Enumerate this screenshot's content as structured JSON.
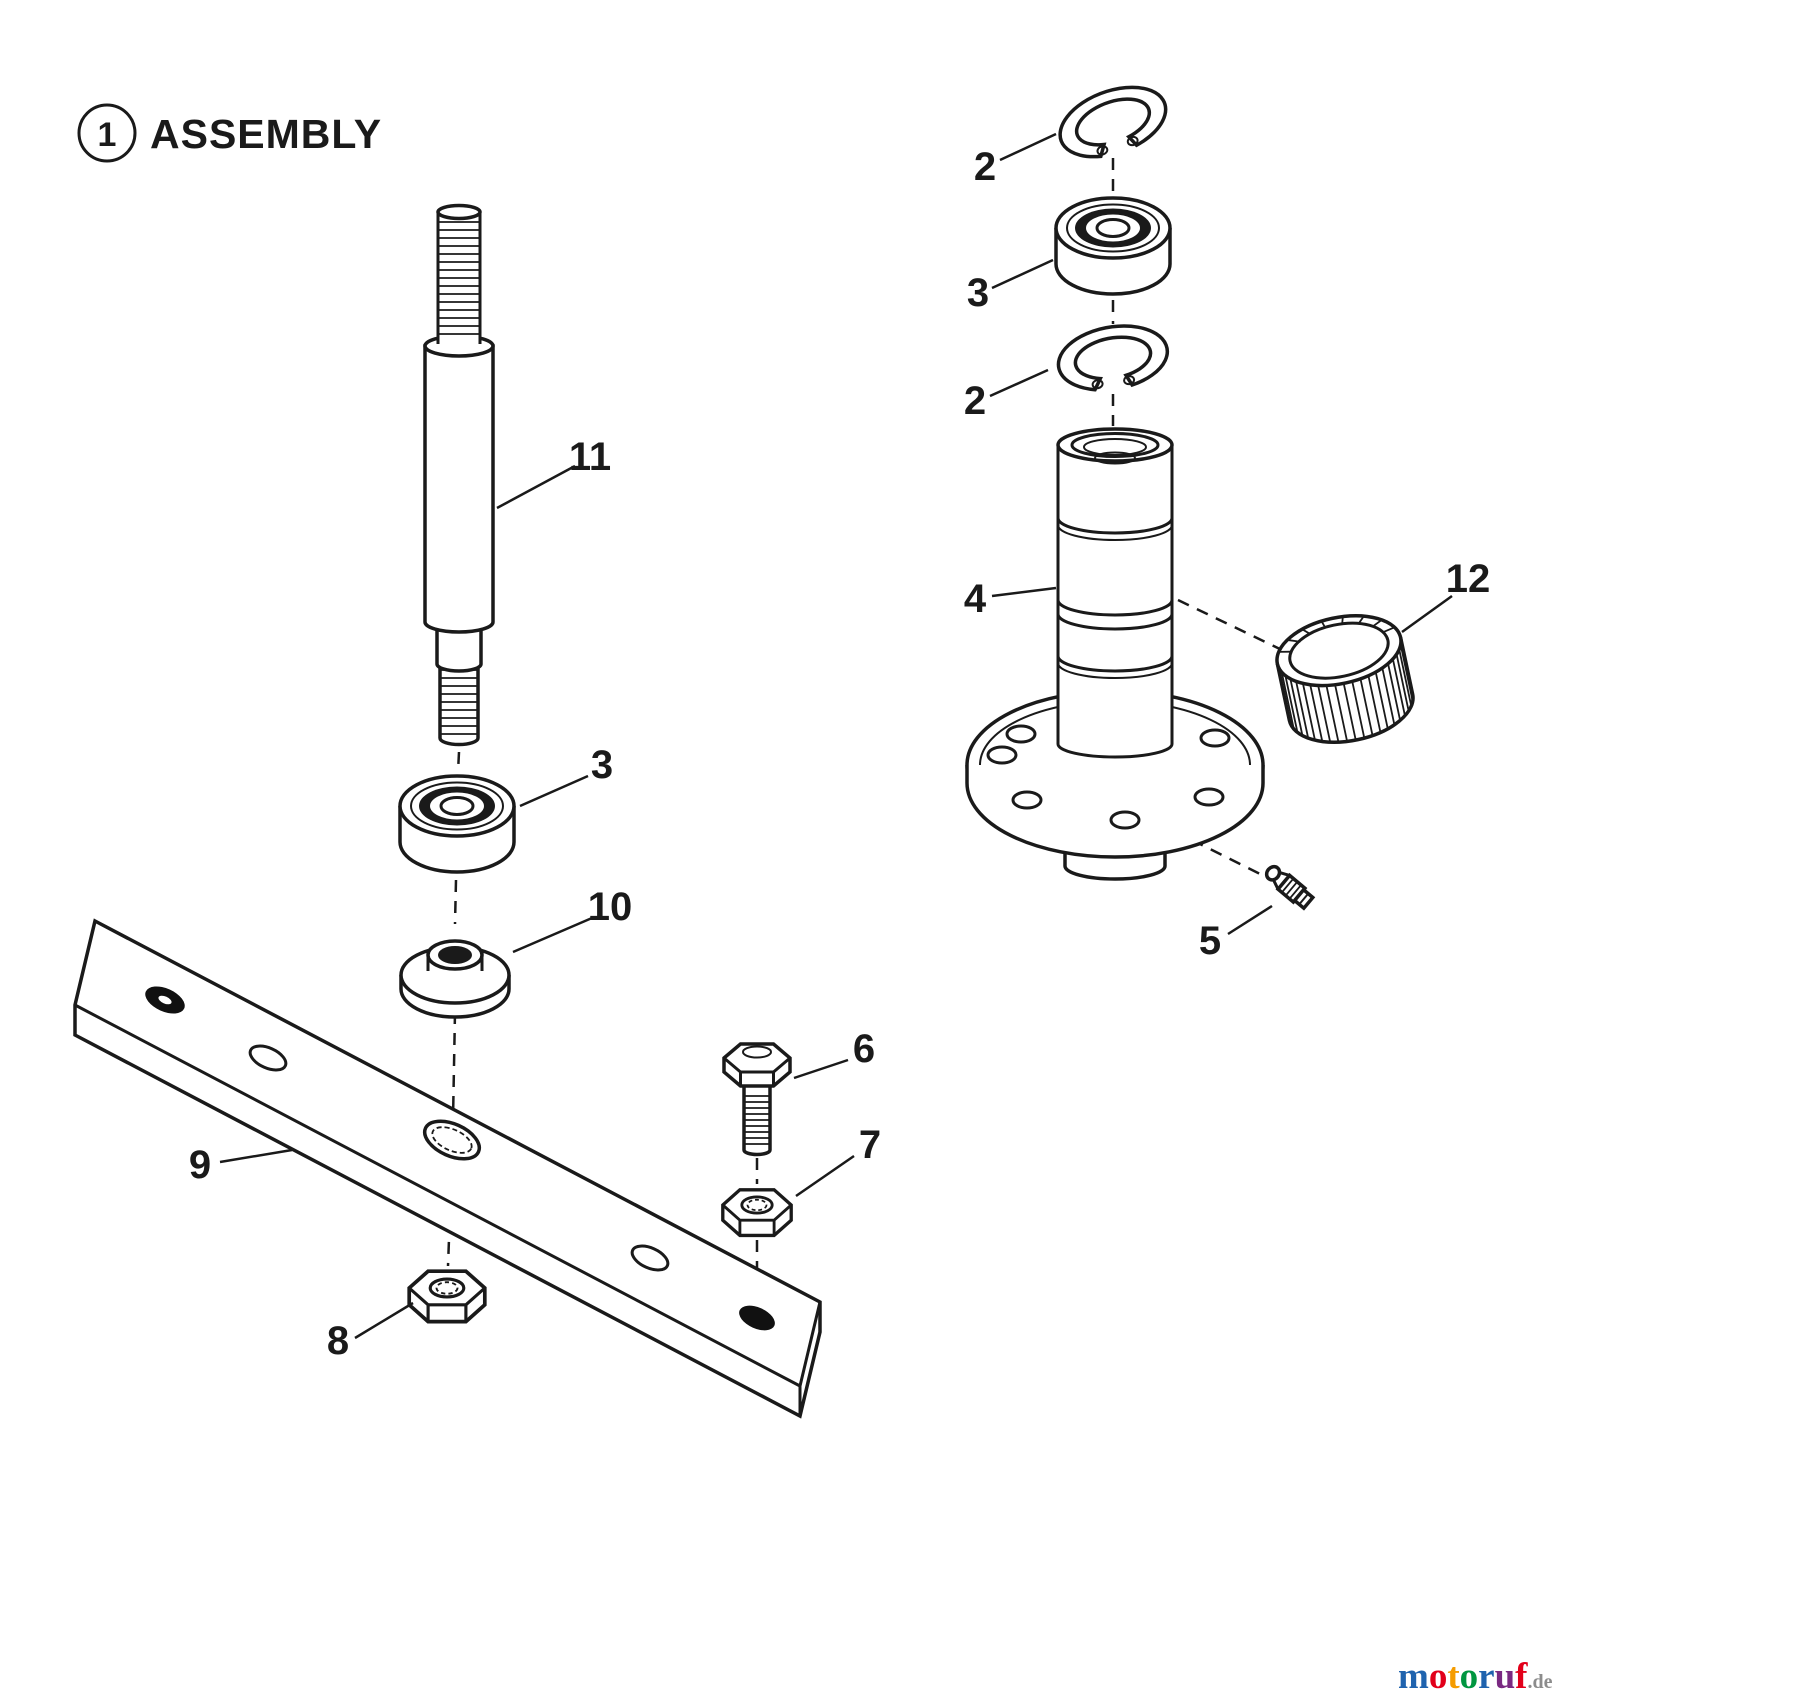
{
  "diagram": {
    "title": "ASSEMBLY",
    "step_circle": "1",
    "background": "#ffffff",
    "line_color": "#1a1a1a",
    "part_labels": {
      "p2a": "2",
      "p3r": "3",
      "p2b": "2",
      "p4": "4",
      "p12": "12",
      "p5": "5",
      "p11": "11",
      "p3l": "3",
      "p10": "10",
      "p9": "9",
      "p8": "8",
      "p6": "6",
      "p7": "7"
    },
    "parts": [
      {
        "number": "2",
        "name": "retaining-ring-upper"
      },
      {
        "number": "3",
        "name": "ball-bearing-right"
      },
      {
        "number": "2",
        "name": "retaining-ring-lower"
      },
      {
        "number": "4",
        "name": "spindle-housing-with-flange"
      },
      {
        "number": "12",
        "name": "ribbed-sleeve"
      },
      {
        "number": "5",
        "name": "grease-fitting-screw"
      },
      {
        "number": "11",
        "name": "spindle-shaft"
      },
      {
        "number": "3",
        "name": "ball-bearing-left"
      },
      {
        "number": "10",
        "name": "spacer-washer"
      },
      {
        "number": "9",
        "name": "blade-adapter-bar"
      },
      {
        "number": "8",
        "name": "hex-nut-center"
      },
      {
        "number": "6",
        "name": "hex-bolt"
      },
      {
        "number": "7",
        "name": "hex-nut-right"
      }
    ]
  },
  "watermark": {
    "letters": [
      {
        "ch": "m",
        "color": "#1f63ae"
      },
      {
        "ch": "o",
        "color": "#e2001a"
      },
      {
        "ch": "t",
        "color": "#f59c00"
      },
      {
        "ch": "o",
        "color": "#009640"
      },
      {
        "ch": "r",
        "color": "#1f63ae"
      },
      {
        "ch": "u",
        "color": "#7a2982"
      },
      {
        "ch": "f",
        "color": "#e2001a"
      }
    ],
    "suffix": ".de",
    "suffix_color": "#8c8c8c"
  }
}
